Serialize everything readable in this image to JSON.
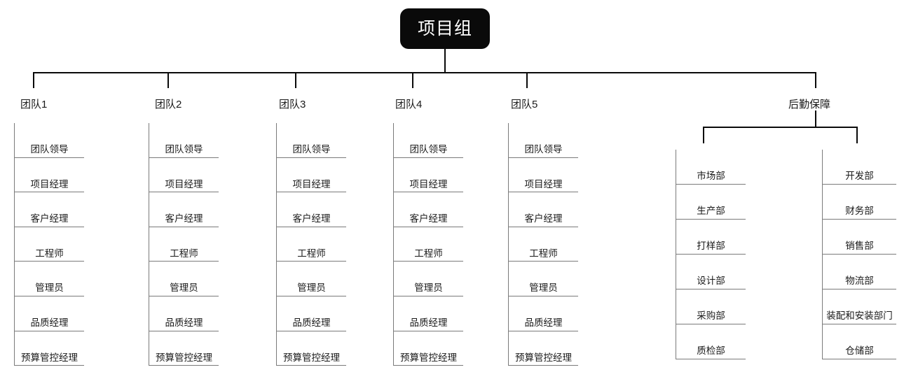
{
  "chart": {
    "title": "项目组",
    "root": {
      "label": "项目组"
    },
    "branches": [
      {
        "label": "团队1"
      },
      {
        "label": "团队2"
      },
      {
        "label": "团队3"
      },
      {
        "label": "团队4"
      },
      {
        "label": "团队5"
      },
      {
        "label": "后勤保障"
      }
    ],
    "teams": [
      {
        "name": "团队1",
        "roles": [
          "团队领导",
          "项目经理",
          "客户经理",
          "工程师",
          "管理员",
          "品质经理",
          "预算管控经理"
        ]
      },
      {
        "name": "团队2",
        "roles": [
          "团队领导",
          "项目经理",
          "客户经理",
          "工程师",
          "管理员",
          "品质经理",
          "预算管控经理"
        ]
      },
      {
        "name": "团队3",
        "roles": [
          "团队领导",
          "项目经理",
          "客户经理",
          "工程师",
          "管理员",
          "品质经理",
          "预算管控经理"
        ]
      },
      {
        "name": "团队4",
        "roles": [
          "团队领导",
          "项目经理",
          "客户经理",
          "工程师",
          "管理员",
          "品质经理",
          "预算管控经理"
        ]
      },
      {
        "name": "团队5",
        "roles": [
          "团队领导",
          "项目经理",
          "客户经理",
          "工程师",
          "管理员",
          "品质经理",
          "预算管控经理"
        ]
      }
    ],
    "logistics": {
      "name": "后勤保障",
      "columns": [
        {
          "departments": [
            "市场部",
            "生产部",
            "打样部",
            "设计部",
            "采购部",
            "质检部"
          ]
        },
        {
          "departments": [
            "开发部",
            "财务部",
            "销售部",
            "物流部",
            "装配和安装部门",
            "仓储部"
          ]
        }
      ]
    },
    "colors": {
      "root_fill": "#0a0a0a",
      "root_text": "#ffffff",
      "connector": "#0a0a0a",
      "rule": "#7a7a7a",
      "text": "#1a1a1a",
      "background": "#ffffff"
    }
  }
}
